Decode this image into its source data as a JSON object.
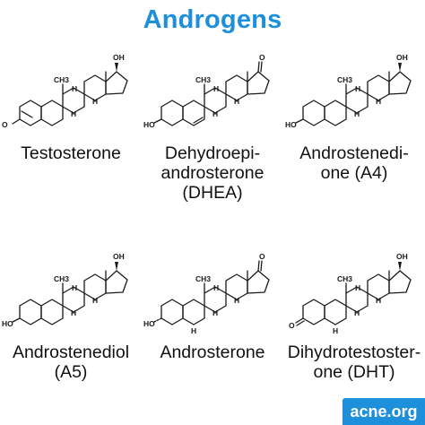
{
  "title": "Androgens",
  "molecules": [
    {
      "name_lines": [
        "Testosterone"
      ],
      "oxygen_3": "O",
      "oxygen_17": "OH",
      "methyl_label": "CH3",
      "h_label": "H"
    },
    {
      "name_lines": [
        "Dehydroepi-",
        "androsterone",
        "(DHEA)"
      ],
      "oxygen_3": "HO",
      "oxygen_17": "O",
      "methyl_label": "CH3",
      "h_label": "H"
    },
    {
      "name_lines": [
        "Androstenedi-",
        "one (A4)"
      ],
      "oxygen_3": "HO",
      "oxygen_17": "OH",
      "methyl_label": "CH3",
      "h_label": "H"
    },
    {
      "name_lines": [
        "Androstenediol",
        "(A5)"
      ],
      "oxygen_3": "HO",
      "oxygen_17": "OH",
      "methyl_label": "CH3",
      "h_label": "H"
    },
    {
      "name_lines": [
        "Androsterone"
      ],
      "oxygen_3": "HO",
      "oxygen_17": "O",
      "methyl_label": "CH3",
      "h_label": "H"
    },
    {
      "name_lines": [
        "Dihydrotestoster-",
        "one (DHT)"
      ],
      "oxygen_3": "O",
      "oxygen_17": "OH",
      "methyl_label": "CH3",
      "h_label": "H"
    }
  ],
  "brand": "acne.org"
}
